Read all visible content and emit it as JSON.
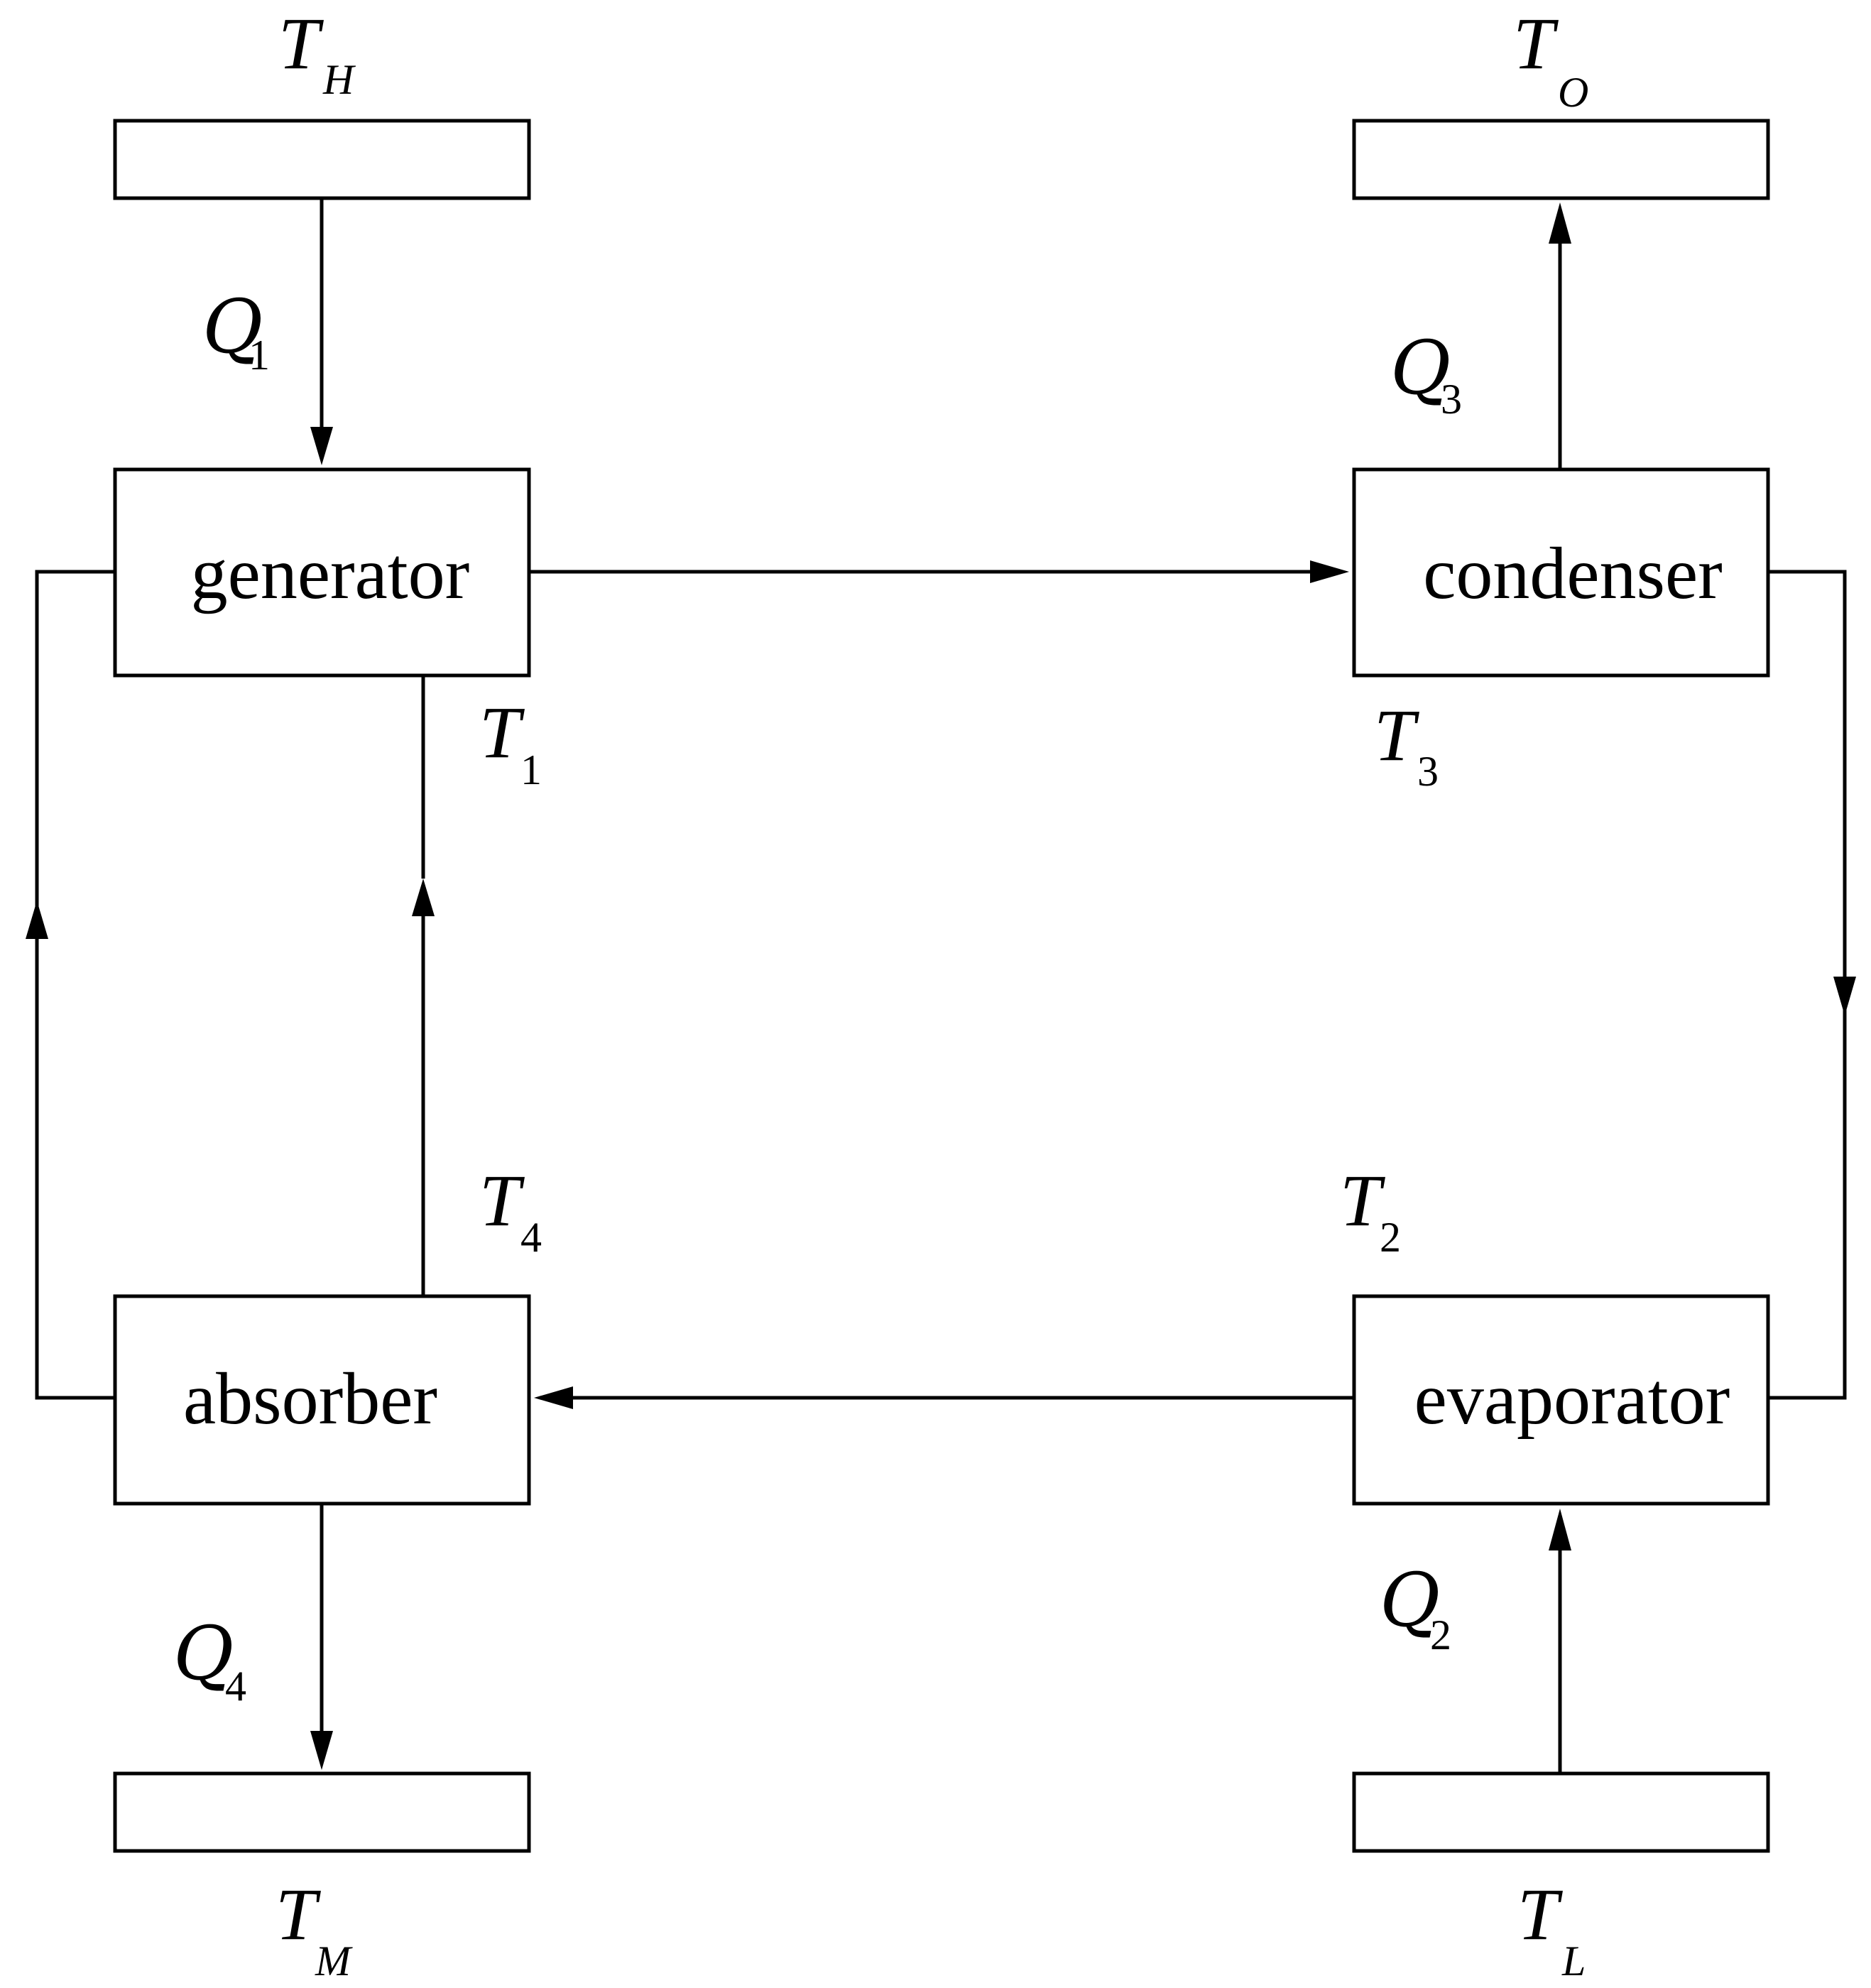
{
  "components": {
    "generator": "generator",
    "condenser": "condenser",
    "absorber": "absorber",
    "evaporator": "evaporator"
  },
  "reservoirs": {
    "high": {
      "symbol": "T",
      "subscript": "H"
    },
    "out": {
      "symbol": "T",
      "subscript": "O"
    },
    "medium": {
      "symbol": "T",
      "subscript": "M"
    },
    "low": {
      "symbol": "T",
      "subscript": "L"
    }
  },
  "heat_flows": {
    "q1": {
      "symbol": "Q",
      "subscript": "1"
    },
    "q2": {
      "symbol": "Q",
      "subscript": "2"
    },
    "q3": {
      "symbol": "Q",
      "subscript": "3"
    },
    "q4": {
      "symbol": "Q",
      "subscript": "4"
    }
  },
  "temperatures": {
    "t1": {
      "symbol": "T",
      "subscript": "1"
    },
    "t2": {
      "symbol": "T",
      "subscript": "2"
    },
    "t3": {
      "symbol": "T",
      "subscript": "3"
    },
    "t4": {
      "symbol": "T",
      "subscript": "4"
    }
  }
}
